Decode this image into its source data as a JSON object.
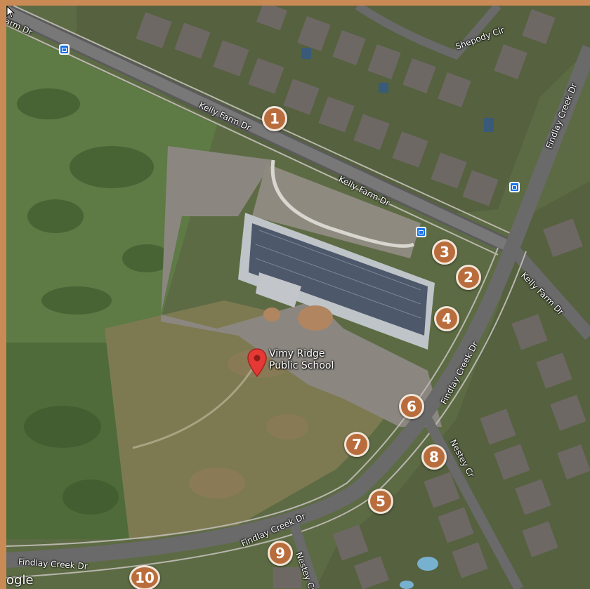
{
  "map": {
    "type": "satellite",
    "poi": {
      "name_line1": "Vimy Ridge",
      "name_line2": "Public School",
      "pin_icon": "map-pin-icon",
      "pin_color": "#e53935"
    },
    "roads": [
      {
        "id": "kelly-farm-dr-top",
        "label": "Kelly Farm Dr"
      },
      {
        "id": "kelly-farm-dr-left",
        "label": "Kelly Farm Dr"
      },
      {
        "id": "kelly-farm-dr-mid",
        "label": "Kelly Farm Dr"
      },
      {
        "id": "kelly-farm-dr-right",
        "label": "Kelly Farm Dr"
      },
      {
        "id": "findlay-creek-dr-ne",
        "label": "Findlay Creek Dr"
      },
      {
        "id": "findlay-creek-dr-east",
        "label": "Findlay Creek Dr"
      },
      {
        "id": "findlay-creek-dr-south",
        "label": "Findlay Creek Dr"
      },
      {
        "id": "findlay-creek-dr-sw",
        "label": "Findlay Creek Dr"
      },
      {
        "id": "shepody-cir",
        "label": "Shepody Cir"
      },
      {
        "id": "nestey-cr",
        "label": "Nestey Cr"
      },
      {
        "id": "nestey-cr-south",
        "label": "Nestey Cr"
      }
    ],
    "markers": [
      "1",
      "2",
      "3",
      "4",
      "5",
      "6",
      "7",
      "8",
      "9",
      "10"
    ],
    "marker_color": "#b96d3d",
    "bus_stop_icon": "bus-stop-icon",
    "attribution": "ogle"
  }
}
